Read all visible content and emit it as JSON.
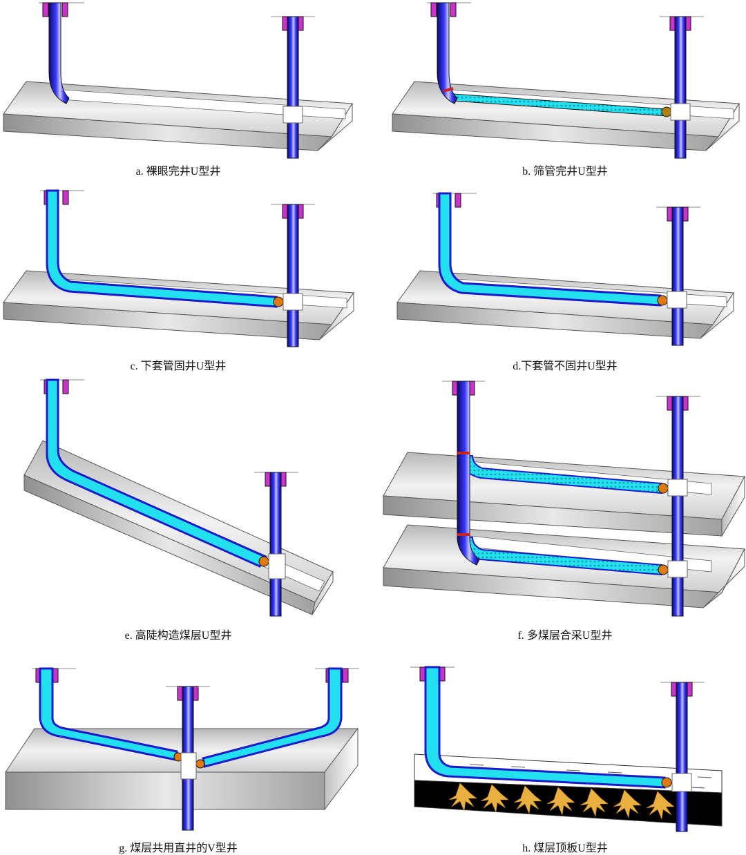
{
  "figure": {
    "panels": [
      {
        "id": "a",
        "caption": "a. 裸眼完井U型井"
      },
      {
        "id": "b",
        "caption": "b. 筛管完井U型井"
      },
      {
        "id": "c",
        "caption": "c. 下套管固井U型井"
      },
      {
        "id": "d",
        "caption": "d.下套管不固井U型井"
      },
      {
        "id": "e",
        "caption": "e. 高陡构造煤层U型井"
      },
      {
        "id": "f",
        "caption": "f. 多煤层合采U型井"
      },
      {
        "id": "g",
        "caption": "g. 煤层共用直井的V型井"
      },
      {
        "id": "h",
        "caption": "h. 煤层顶板U型井"
      }
    ]
  },
  "colors": {
    "casing": "#1a1acc",
    "liner": "#22e0ee",
    "wellhead": "#cc33cc",
    "cement": "#e07a10",
    "packer": "#cc2222",
    "slab_top": "#d6d6d6",
    "slab_front": "#a8a8a8",
    "coal": "#000000",
    "fracture": "#e8b040"
  }
}
